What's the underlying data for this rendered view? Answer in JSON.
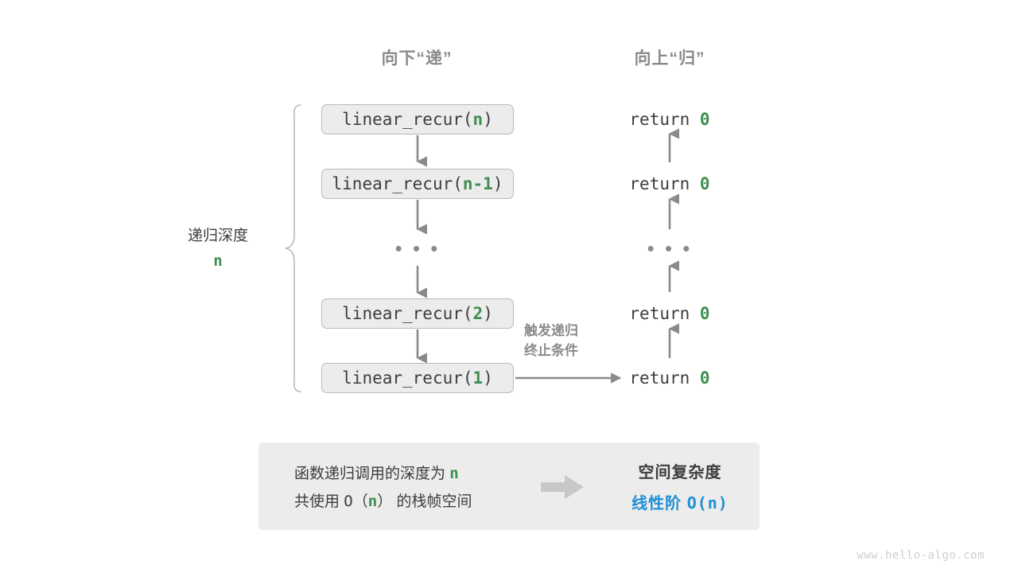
{
  "headers": {
    "down": "向下“递”",
    "up": "向上“归”"
  },
  "depth_bracket": {
    "label": "递归深度",
    "value": "n"
  },
  "call_stack": [
    {
      "prefix": "linear_recur(",
      "arg": "n",
      "suffix": ")"
    },
    {
      "prefix": "linear_recur(",
      "arg": "n-1",
      "suffix": ")"
    },
    {
      "ellipsis": "• • •"
    },
    {
      "prefix": "linear_recur(",
      "arg": "2",
      "suffix": ")"
    },
    {
      "prefix": "linear_recur(",
      "arg": "1",
      "suffix": ")"
    }
  ],
  "returns": [
    {
      "keyword": "return",
      "value": "0"
    },
    {
      "keyword": "return",
      "value": "0"
    },
    {
      "ellipsis": "• • •"
    },
    {
      "keyword": "return",
      "value": "0"
    },
    {
      "keyword": "return",
      "value": "0"
    }
  ],
  "trigger_note": {
    "line1": "触发递归",
    "line2": "终止条件"
  },
  "summary": {
    "left_line1_a": "函数递归调用的深度为",
    "left_line1_hl": "n",
    "left_line2_a": "共使用",
    "left_line2_b": "O（",
    "left_line2_hl": "n",
    "left_line2_c": "）",
    "left_line2_d": "的栈帧空间",
    "right_title": "空间复杂度",
    "right_value_label": "线性阶",
    "right_value_expr": "O(n)"
  },
  "watermark": "www.hello-algo.com",
  "colors": {
    "accent_green": "#3e8e51",
    "accent_blue": "#1e8fd5",
    "box_fill": "#ececec",
    "box_border": "#b9b9b9",
    "arrow_gray": "#8a8a8a",
    "text_dark": "#3d3d3d"
  }
}
